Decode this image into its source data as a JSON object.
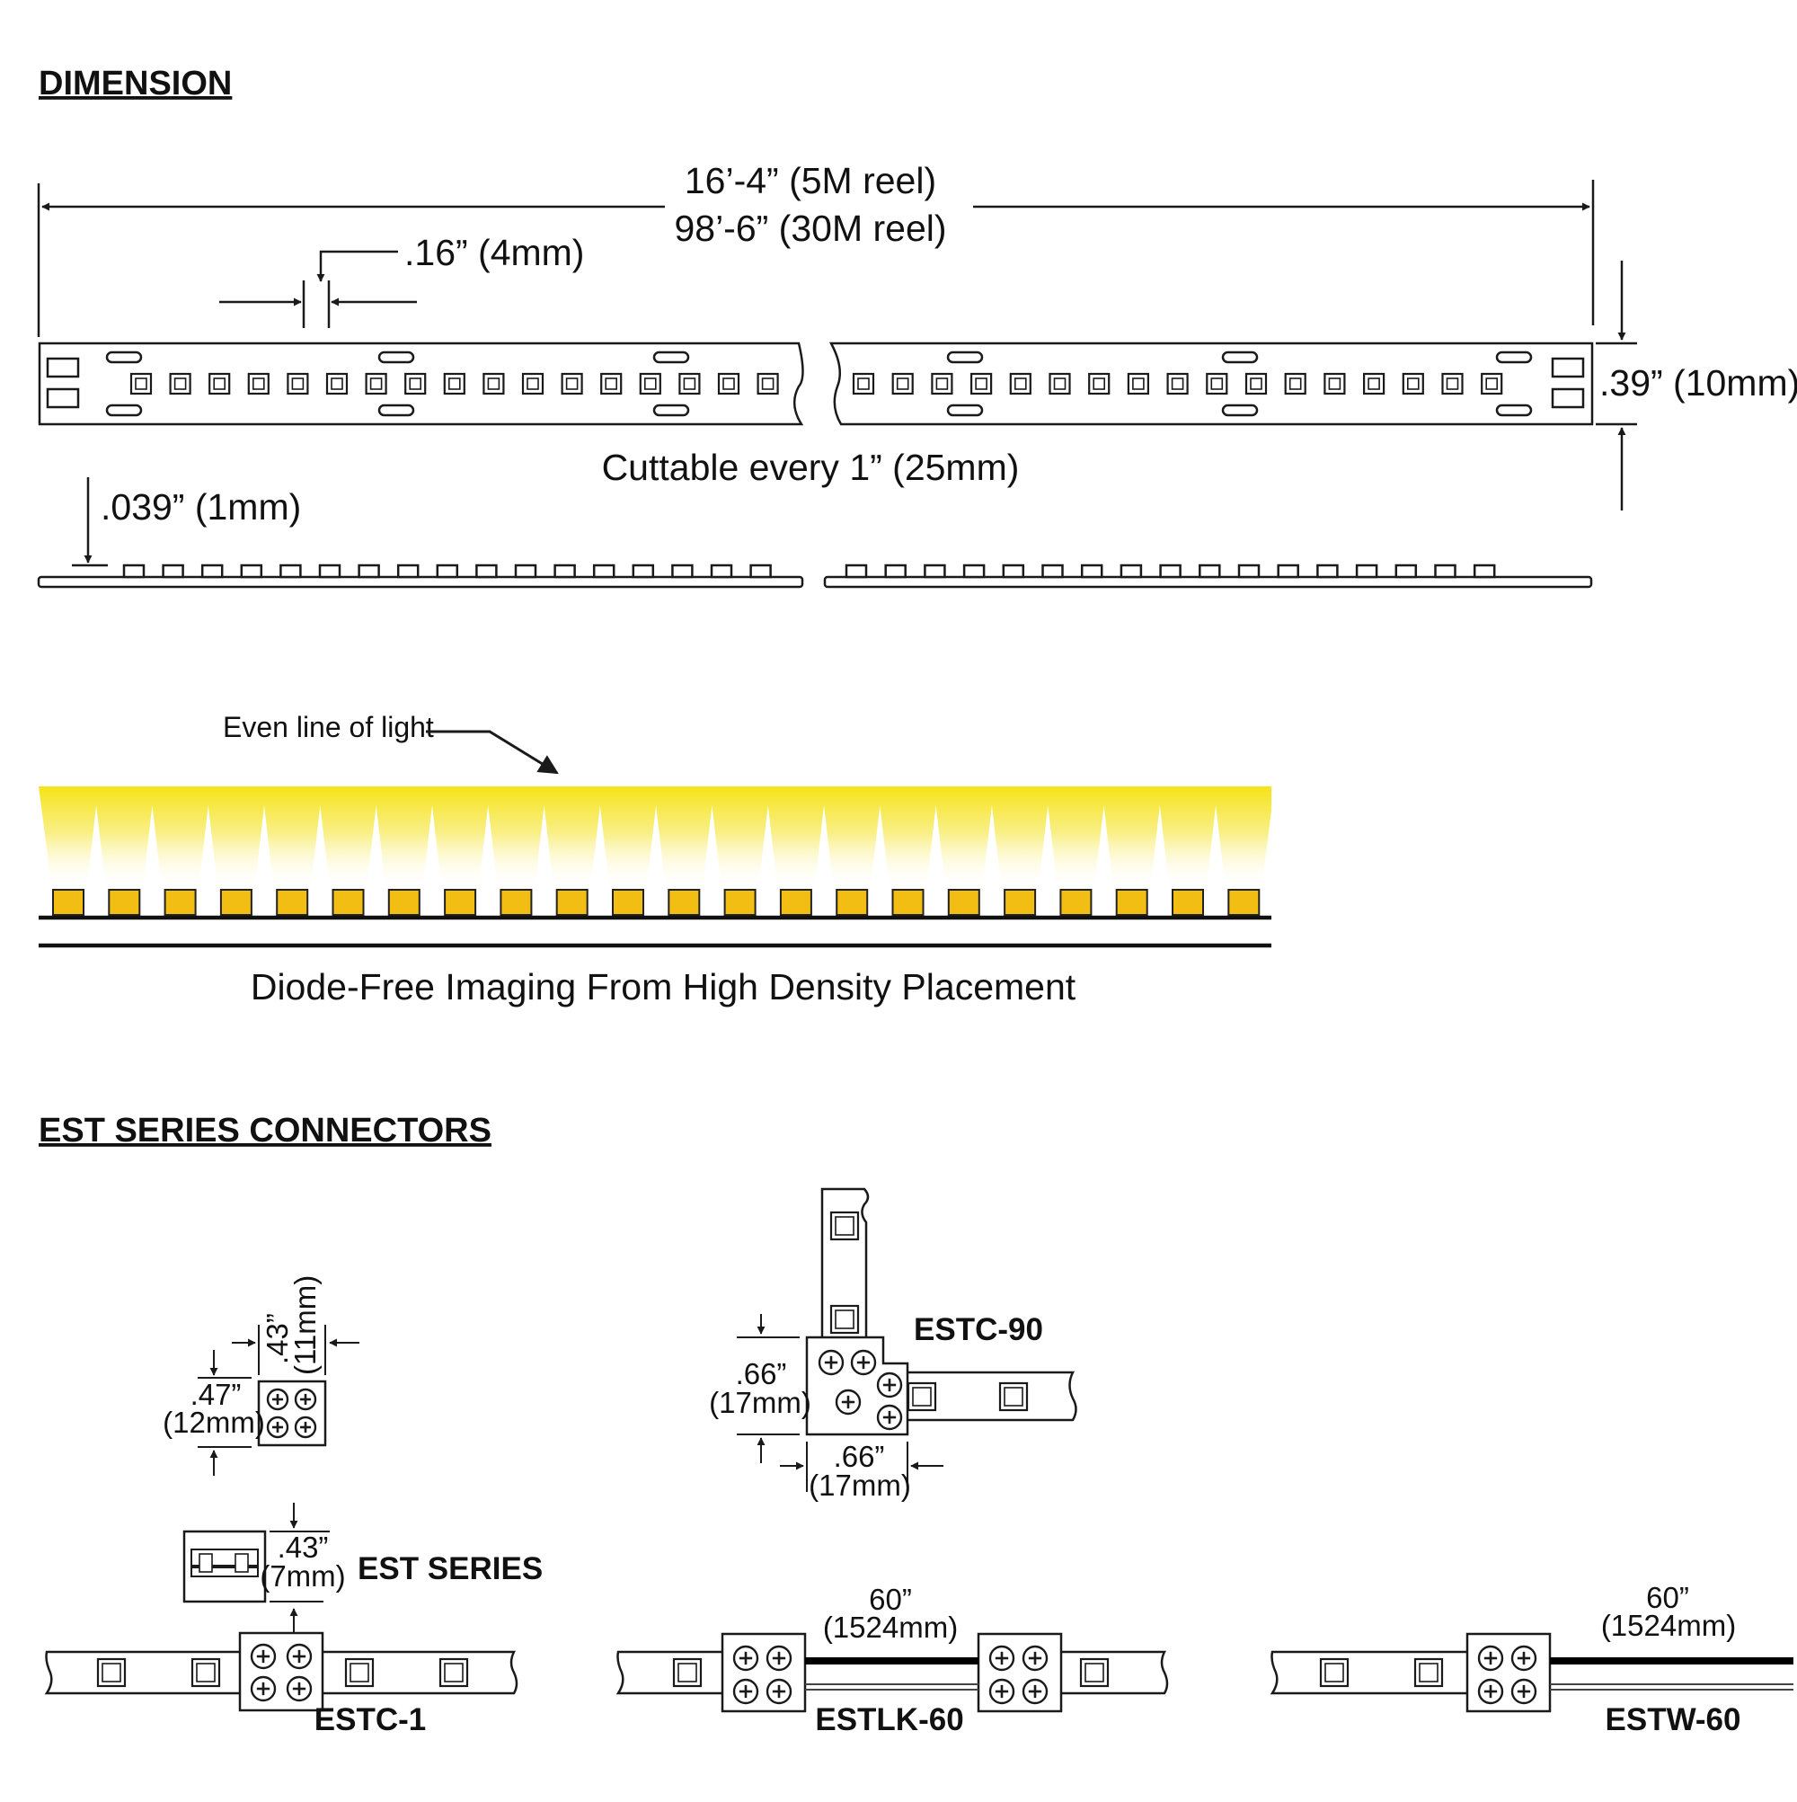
{
  "colors": {
    "ink": "#1a1a1a",
    "diode": "#f2be13",
    "glow": "#f6e316"
  },
  "dimension": {
    "heading": "DIMENSION",
    "reel_5m": "16’-4” (5M reel)",
    "reel_30m": "98’-6” (30M reel)",
    "pitch": ".16” (4mm)",
    "width": ".39” (10mm)",
    "cut": "Cuttable every 1” (25mm)",
    "thickness": ".039” (1mm)"
  },
  "light": {
    "callout": "Even line of light",
    "caption": "Diode-Free Imaging From High Density Placement"
  },
  "connectors": {
    "heading": "EST SERIES CONNECTORS",
    "dim_43_11_line1": ".43”",
    "dim_43_11_line2": "(11mm)",
    "dim_47_line1": ".47”",
    "dim_47_line2": "(12mm)",
    "dim_43_7_line1": ".43”",
    "dim_43_7_line2": "(7mm)",
    "dim_66_v_line1": ".66”",
    "dim_66_v_line2": "(17mm)",
    "dim_66_h_line1": ".66”",
    "dim_66_h_line2": "(17mm)",
    "est_series": "EST SERIES",
    "estc1": "ESTC-1",
    "estc90": "ESTC-90",
    "estlk60": "ESTLK-60",
    "estw60": "ESTW-60",
    "lk_len_line1": "60”",
    "lk_len_line2": "(1524mm)",
    "w_len_line1": "60”",
    "w_len_line2": "(1524mm)"
  }
}
